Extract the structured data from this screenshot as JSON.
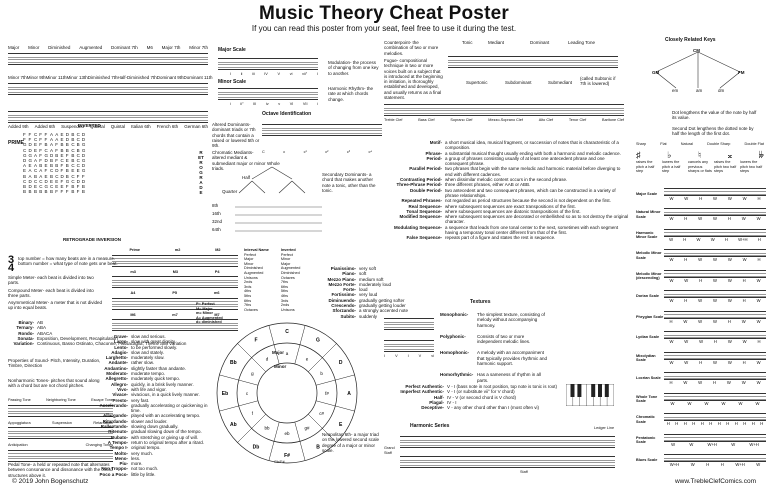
{
  "header": {
    "title": "Music Theory Cheat Poster",
    "subtitle": "If you can read this poster from your seat, feel free to use it during the test."
  },
  "intervals": {
    "top_row": [
      "Major",
      "Minor",
      "Diminished",
      "Augmented",
      "Dominant 7th",
      "M6",
      "Major 7th",
      "Minor 7th"
    ],
    "second_row": [
      "Minor 7th",
      "Minor 9th",
      "Minor 11th",
      "Minor 13th",
      "Diminished 7th",
      "Half-Diminished 7th",
      "Dominant 9th",
      "Dominant 11th"
    ],
    "third_row": [
      "Added 9th",
      "Added 6th",
      "Suspended",
      "Quartal",
      "Quintal",
      "Italian 6th",
      "French 6th",
      "German 6th"
    ]
  },
  "inverted_title": "INVERTED",
  "retrograde_title": "RETROGRADE INVERSION",
  "retrograde_side": "RETROGRADE",
  "primary_side": "PRIME",
  "twelve_tone_rows": [
    [
      "F",
      "F",
      "C",
      "F",
      "F",
      "A",
      "A",
      "E",
      "D",
      "B",
      "C",
      "D"
    ],
    [
      "F",
      "F",
      "C",
      "F",
      "F",
      "A",
      "A",
      "E",
      "D",
      "B",
      "C",
      "D"
    ],
    [
      "G",
      "D",
      "E",
      "F",
      "B",
      "A",
      "F",
      "B",
      "B",
      "C",
      "B",
      "G"
    ],
    [
      "C",
      "D",
      "E",
      "F",
      "C",
      "A",
      "F",
      "B",
      "B",
      "C",
      "B",
      "G"
    ],
    [
      "G",
      "G",
      "A",
      "F",
      "G",
      "D",
      "B",
      "E",
      "F",
      "B",
      "C",
      "D"
    ],
    [
      "D",
      "G",
      "A",
      "F",
      "D",
      "B",
      "F",
      "C",
      "E",
      "B",
      "C",
      "G"
    ],
    [
      "A",
      "E",
      "A",
      "B",
      "E",
      "B",
      "B",
      "F",
      "B",
      "C",
      "C",
      "D"
    ],
    [
      "E",
      "A",
      "C",
      "A",
      "F",
      "C",
      "D",
      "F",
      "B",
      "E",
      "E",
      "G"
    ],
    [
      "B",
      "A",
      "B",
      "A",
      "E",
      "B",
      "C",
      "D",
      "B",
      "C",
      "F",
      "F"
    ],
    [
      "C",
      "D",
      "C",
      "C",
      "D",
      "E",
      "E",
      "F",
      "G",
      "C",
      "D",
      "D"
    ],
    [
      "B",
      "D",
      "E",
      "C",
      "G",
      "C",
      "E",
      "E",
      "F",
      "B",
      "F",
      "B"
    ],
    [
      "B",
      "B",
      "B",
      "B",
      "B",
      "B",
      "F",
      "F",
      "F",
      "B",
      "F",
      "B"
    ]
  ],
  "chords_note": {
    "altered": "Altered Dominants- dominant triads or 7th chords that contain a raised or lowered 5th or 9th.",
    "chromatic": "Chromatic Mediants- altered mediant & submediant major or minor triads."
  },
  "keys": {
    "major_scale": "Major Scale",
    "minor_scale": "Minor Scale",
    "roman_major": [
      "I",
      "ii",
      "iii",
      "IV",
      "V",
      "vi",
      "vii°",
      "I"
    ],
    "roman_minor": [
      "i",
      "ii°",
      "III",
      "iv",
      "v",
      "VI",
      "VII",
      "i"
    ]
  },
  "modulation": "Modulation- the process of changing from one key to another.",
  "harmonic_rhythm": "Harmonic Rhythm- the rate at which chords change.",
  "counterpoint": "Counterpoint- the combination of two or more melodies.",
  "fugue": "Fugue- compositional technique in two or more voices built on a subject that is introduced at the beginning in imitation, is thoroughly established and developed, and usually returns as a final statement.",
  "scale_degrees": {
    "tonic": "Tonic",
    "mediant": "Mediant",
    "dominant": "Dominant",
    "leading_tone": "Leading Tone",
    "supertonic": "Supertonic",
    "subdominant": "Subdominant",
    "submediant": "Submediant",
    "subtonic": "(called Subtonic if 7th is lowered)"
  },
  "closely_related": {
    "title": "Closely Related Keys",
    "gm": "GM",
    "cm": "CM",
    "fm": "FM",
    "em": "em",
    "am": "am",
    "dm": "dm"
  },
  "dots": {
    "dot": "Dot lengthens the value of the note by half its value.",
    "double": "Second Dot lengthens the dotted note by half the length of the first dot."
  },
  "octave": {
    "title": "Octave Identification",
    "labels": [
      "C",
      "c",
      "c¹",
      "c²",
      "c³",
      "c⁴"
    ],
    "clefs": [
      "Treble Clef",
      "Bass Clef",
      "Soprano Clef",
      "Mezzo-Soprano Clef",
      "Alto Clef",
      "Tenor Clef",
      "Baritone Clef"
    ]
  },
  "note_values": {
    "whole": "Whole",
    "half": "Half",
    "quarter": "Quarter",
    "eighth": "8th",
    "sixteenth": "16th",
    "thirtysecond": "32nd",
    "sixtyfourth": "64th"
  },
  "secondary_dominants": "Secondary Dominants- a chord that makes another note a tonic, other than the tonic.",
  "accidentals": {
    "labels": [
      "Sharp",
      "Flat",
      "Natural",
      "Double Sharp",
      "Double Flat"
    ],
    "desc": [
      "raises the pitch a half step",
      "lowers the pitch a half step",
      "cancels any previous sharps or flats",
      "raises the pitch two half steps",
      "lowers the pitch two half steps"
    ]
  },
  "phrase_terms": [
    {
      "term": "Motif-",
      "def": "a short musical idea, musical fragment, or succession of notes that is characteristic of a composition."
    },
    {
      "term": "Phrase-",
      "def": "a substantial musical thought usually ending with both a harmonic and melodic cadence."
    },
    {
      "term": "Period-",
      "def": "a group of phrases consisting usually of at least one antecedent phrase and one consequent phrase."
    },
    {
      "term": "Parallel Period-",
      "def": "two phrases that begin with the same melodic and harmonic material before diverging to end with different cadences."
    },
    {
      "term": "Contrasting Period-",
      "def": "when dissimilar melodic content occurs in the second phrase."
    },
    {
      "term": "Three-Phrase Period-",
      "def": "three different phrases, either AAB or ABB."
    },
    {
      "term": "Double Period-",
      "def": "two antecedent and two consequent phrases, which can be constructed in a variety of phrase relationships."
    },
    {
      "term": "Repeated Phrases-",
      "def": "not regarded as period structures because the second is not dependent on the first."
    },
    {
      "term": "Real Sequence-",
      "def": "where subsequent sequences are exact transpositions of the first."
    },
    {
      "term": "Tonal Sequence-",
      "def": "where subsequent sequences are diatonic transpositions of the first."
    },
    {
      "term": "Modified Sequence-",
      "def": "where subsequent sequences are decorated or embellished so as to not destroy the original character."
    },
    {
      "term": "Modulating Sequence-",
      "def": "a sequence that leads from one tonal center to the next, sometimes with each segment having a temporary tonal center different from that of the first."
    },
    {
      "term": "False Sequence-",
      "def": "repeats part of a figure and states the rest in sequence."
    }
  ],
  "scales": {
    "major": {
      "name": "Major Scale",
      "steps": [
        "W",
        "W",
        "H",
        "W",
        "W",
        "W",
        "H"
      ]
    },
    "natural_minor": {
      "name": "Natural Minor Scale",
      "steps": [
        "W",
        "H",
        "W",
        "W",
        "H",
        "W",
        "W"
      ]
    },
    "harmonic_minor": {
      "name": "Harmonic Minor Scale",
      "steps": [
        "W",
        "H",
        "W",
        "W",
        "H",
        "W+H",
        "H"
      ]
    },
    "melodic_minor": {
      "name": "Melodic Minor Scale",
      "steps": [
        "W",
        "H",
        "W",
        "W",
        "W",
        "W",
        "H"
      ]
    },
    "melodic_desc": {
      "name": "Melodic Minor (descending)",
      "steps": [
        "W",
        "W",
        "H",
        "W",
        "W",
        "H",
        "W"
      ]
    },
    "dorian": {
      "name": "Dorian Scale",
      "steps": [
        "W",
        "H",
        "W",
        "W",
        "W",
        "H",
        "W"
      ]
    },
    "phrygian": {
      "name": "Phrygian Scale",
      "steps": [
        "H",
        "W",
        "W",
        "W",
        "H",
        "W",
        "W"
      ]
    },
    "lydian": {
      "name": "Lydian Scale",
      "steps": [
        "W",
        "W",
        "W",
        "H",
        "W",
        "W",
        "H"
      ]
    },
    "mixolydian": {
      "name": "Mixolydian Scale",
      "steps": [
        "W",
        "W",
        "H",
        "W",
        "W",
        "H",
        "W"
      ]
    },
    "locrian": {
      "name": "Locrian Scale",
      "steps": [
        "H",
        "W",
        "W",
        "H",
        "W",
        "W",
        "W"
      ]
    },
    "whole_tone": {
      "name": "Whole Tone Scale",
      "steps": [
        "W",
        "W",
        "W",
        "W",
        "W",
        "W"
      ]
    },
    "chromatic": {
      "name": "Chromatic Scale",
      "steps": [
        "H",
        "H",
        "H",
        "H",
        "H",
        "H",
        "H",
        "H",
        "H",
        "H",
        "H",
        "H"
      ]
    },
    "pentatonic": {
      "name": "Pentatonic Scale",
      "steps": [
        "W",
        "W",
        "W+H",
        "W",
        "W+H"
      ]
    },
    "blues": {
      "name": "Blues Scale",
      "steps": [
        "W+H",
        "W",
        "H",
        "H",
        "W+H",
        "W"
      ]
    }
  },
  "meter": {
    "top": "top number = how many beats are in a measure.",
    "bottom": "bottom number = what type of note gets one beat.",
    "simple": "Simple Meter- each beat is divided into two parts.",
    "compound": "Compound Meter- each beat is divided into three parts.",
    "asym": "Asymmetrical Meter- a meter that is not divided up into equal beats."
  },
  "forms": [
    {
      "term": "Binary-",
      "def": "AB"
    },
    {
      "term": "Ternary-",
      "def": "ABA"
    },
    {
      "term": "Rondo-",
      "def": "ABACA"
    },
    {
      "term": "Sonata-",
      "def": "Exposition, Development, Recapitulation"
    },
    {
      "term": "Variation-",
      "def": "Continuous, Basso Ostinato, Chaconne, Passacaglia, Theme and Variation"
    }
  ],
  "properties": "Properties of Sound- Pitch, Intensity, Duration, Timbre, Direction",
  "nonharmonic": "Nonharmonic Tones- pitches that sound along with a chord but are not chord pitches.",
  "nh_types": [
    "Passing Tone",
    "Neighboring Tone",
    "Escape Tone",
    "Appoggiatura",
    "Suspension",
    "Retardation",
    "Anticipation",
    "Changing Tones"
  ],
  "pedal": "Pedal Tone- a held or repeated note that alternates between consonance and dissonance with the chord structures above it.",
  "interval_table": {
    "labels": [
      "Prime",
      "m2",
      "M2",
      "m3",
      "M3",
      "P4",
      "A4",
      "P5",
      "m6",
      "M6",
      "m7",
      "M7"
    ],
    "interval_name_title": "Interval Name",
    "inverted_title": "Inverted",
    "names": [
      "Perfect",
      "Major",
      "Minor",
      "Diminished",
      "Augmented",
      "Unisons",
      "2nds",
      "3rds",
      "4ths",
      "5ths",
      "6ths",
      "7ths",
      "Octaves"
    ],
    "inverted": [
      "Perfect",
      "Minor",
      "Major",
      "Augmented",
      "Diminished",
      "Octaves",
      "7ths",
      "6ths",
      "5ths",
      "4ths",
      "3rds",
      "2nds",
      "Unisons"
    ],
    "legend": [
      "P= Perfect",
      "M= Major",
      "m= Minor",
      "A= Augmented",
      "d= diminished"
    ]
  },
  "dynamics": [
    {
      "term": "Pianissimo-",
      "def": "very soft"
    },
    {
      "term": "Piano-",
      "def": "soft"
    },
    {
      "term": "Mezzo Piano-",
      "def": "medium soft"
    },
    {
      "term": "Mezzo Forte-",
      "def": "moderately loud"
    },
    {
      "term": "Forte-",
      "def": "loud"
    },
    {
      "term": "Fortissimo-",
      "def": "very loud"
    },
    {
      "term": "Diminuendo-",
      "def": "gradually getting softer"
    },
    {
      "term": "Crescendo-",
      "def": "gradually getting louder"
    },
    {
      "term": "Sforzando-",
      "def": "a strongly accented note"
    },
    {
      "term": "Subito-",
      "def": "suddenly"
    }
  ],
  "tempos": [
    {
      "term": "Grave-",
      "def": "slow and serious."
    },
    {
      "term": "Largo-",
      "def": "slow with great dignity."
    },
    {
      "term": "Lento-",
      "def": "to be performed slowly."
    },
    {
      "term": "Adagio-",
      "def": "slow and stately."
    },
    {
      "term": "Larghetto-",
      "def": "moderately slow."
    },
    {
      "term": "Andante-",
      "def": "rather slow."
    },
    {
      "term": "Andantino-",
      "def": "slightly faster than andante."
    },
    {
      "term": "Moderato-",
      "def": "moderate tempo."
    },
    {
      "term": "Allegretto-",
      "def": "moderately quick tempo."
    },
    {
      "term": "Allegro-",
      "def": "quickly, in a brisk lively manner."
    },
    {
      "term": "Vivo-",
      "def": "with life and vigor."
    },
    {
      "term": "Vivace-",
      "def": "vivacious, in a quick lively manner."
    },
    {
      "term": "Presto-",
      "def": "very fast."
    },
    {
      "term": "Accelerando-",
      "def": "gradually accelerating or quickening in time."
    },
    {
      "term": "Allargando-",
      "def": "played with an accelerating tempo."
    },
    {
      "term": "Ritardando-",
      "def": "slower and louder."
    },
    {
      "term": "Rallentando-",
      "def": "slowing down gradually."
    },
    {
      "term": "Ritenuto-",
      "def": "gradual slowing down of the tempo."
    },
    {
      "term": "Rubato-",
      "def": "with stretching or giving up of will."
    },
    {
      "term": "A Tempo-",
      "def": "return to original tempo after a ritard."
    },
    {
      "term": "Tempo I-",
      "def": "original tempo."
    },
    {
      "term": "Molto-",
      "def": "very much."
    },
    {
      "term": "Meno-",
      "def": "less."
    },
    {
      "term": "Piu-",
      "def": "more."
    },
    {
      "term": "Non Troppo-",
      "def": "not too much."
    },
    {
      "term": "Poco a Poco-",
      "def": "little by little."
    }
  ],
  "circle": {
    "outer": [
      "C",
      "G",
      "D",
      "A",
      "E",
      "B",
      "F#",
      "Db",
      "Ab",
      "Eb",
      "Bb",
      "F"
    ],
    "inner": [
      "a",
      "e",
      "b",
      "f#",
      "c#",
      "g#",
      "eb",
      "bb",
      "f",
      "c",
      "g",
      "d"
    ],
    "major_label": "Major",
    "minor_label": "Minor",
    "six_label": "Gb/F#"
  },
  "neapolitan": "Neapolitan 6th- a major triad on the lowered second scale degree of a major or minor scale.",
  "textures": {
    "title": "Textures",
    "items": [
      {
        "term": "Monophonic-",
        "def": "The simplest texture, consisting of melody without accompanying harmony."
      },
      {
        "term": "Polyphonic-",
        "def": "Consists of two or more independent melodic lines."
      },
      {
        "term": "Homophonic-",
        "def": "A melody with an accompaniment that typically provides rhythmic and harmonic support."
      },
      {
        "term": "Homorhythmic-",
        "def": "Has a sameness of rhythm in all parts."
      }
    ]
  },
  "cadences": [
    {
      "term": "Perfect Authentic-",
      "def": "V - I (bass note in root position, top note is tonic is root)"
    },
    {
      "term": "Imperfect Authentic-",
      "def": "V - I (or substitute vii° for V chord)"
    },
    {
      "term": "Half-",
      "def": "IV - V (or second chord is V chord)"
    },
    {
      "term": "Plagal-",
      "def": "IV - I"
    },
    {
      "term": "Deceptive-",
      "def": "V - any other chord other than I (most often vi)"
    }
  ],
  "cadence_roman": [
    "I",
    "V",
    "I",
    "V",
    "vi"
  ],
  "harmonic_series": "Harmonic Series",
  "grand_staff": "Grand Staff",
  "ledger_line": "Ledger Line",
  "staff_label": "Staff",
  "footer": {
    "left": "© 2019 John Bogenschutz",
    "right": "www.TrebleClefComics.com"
  }
}
